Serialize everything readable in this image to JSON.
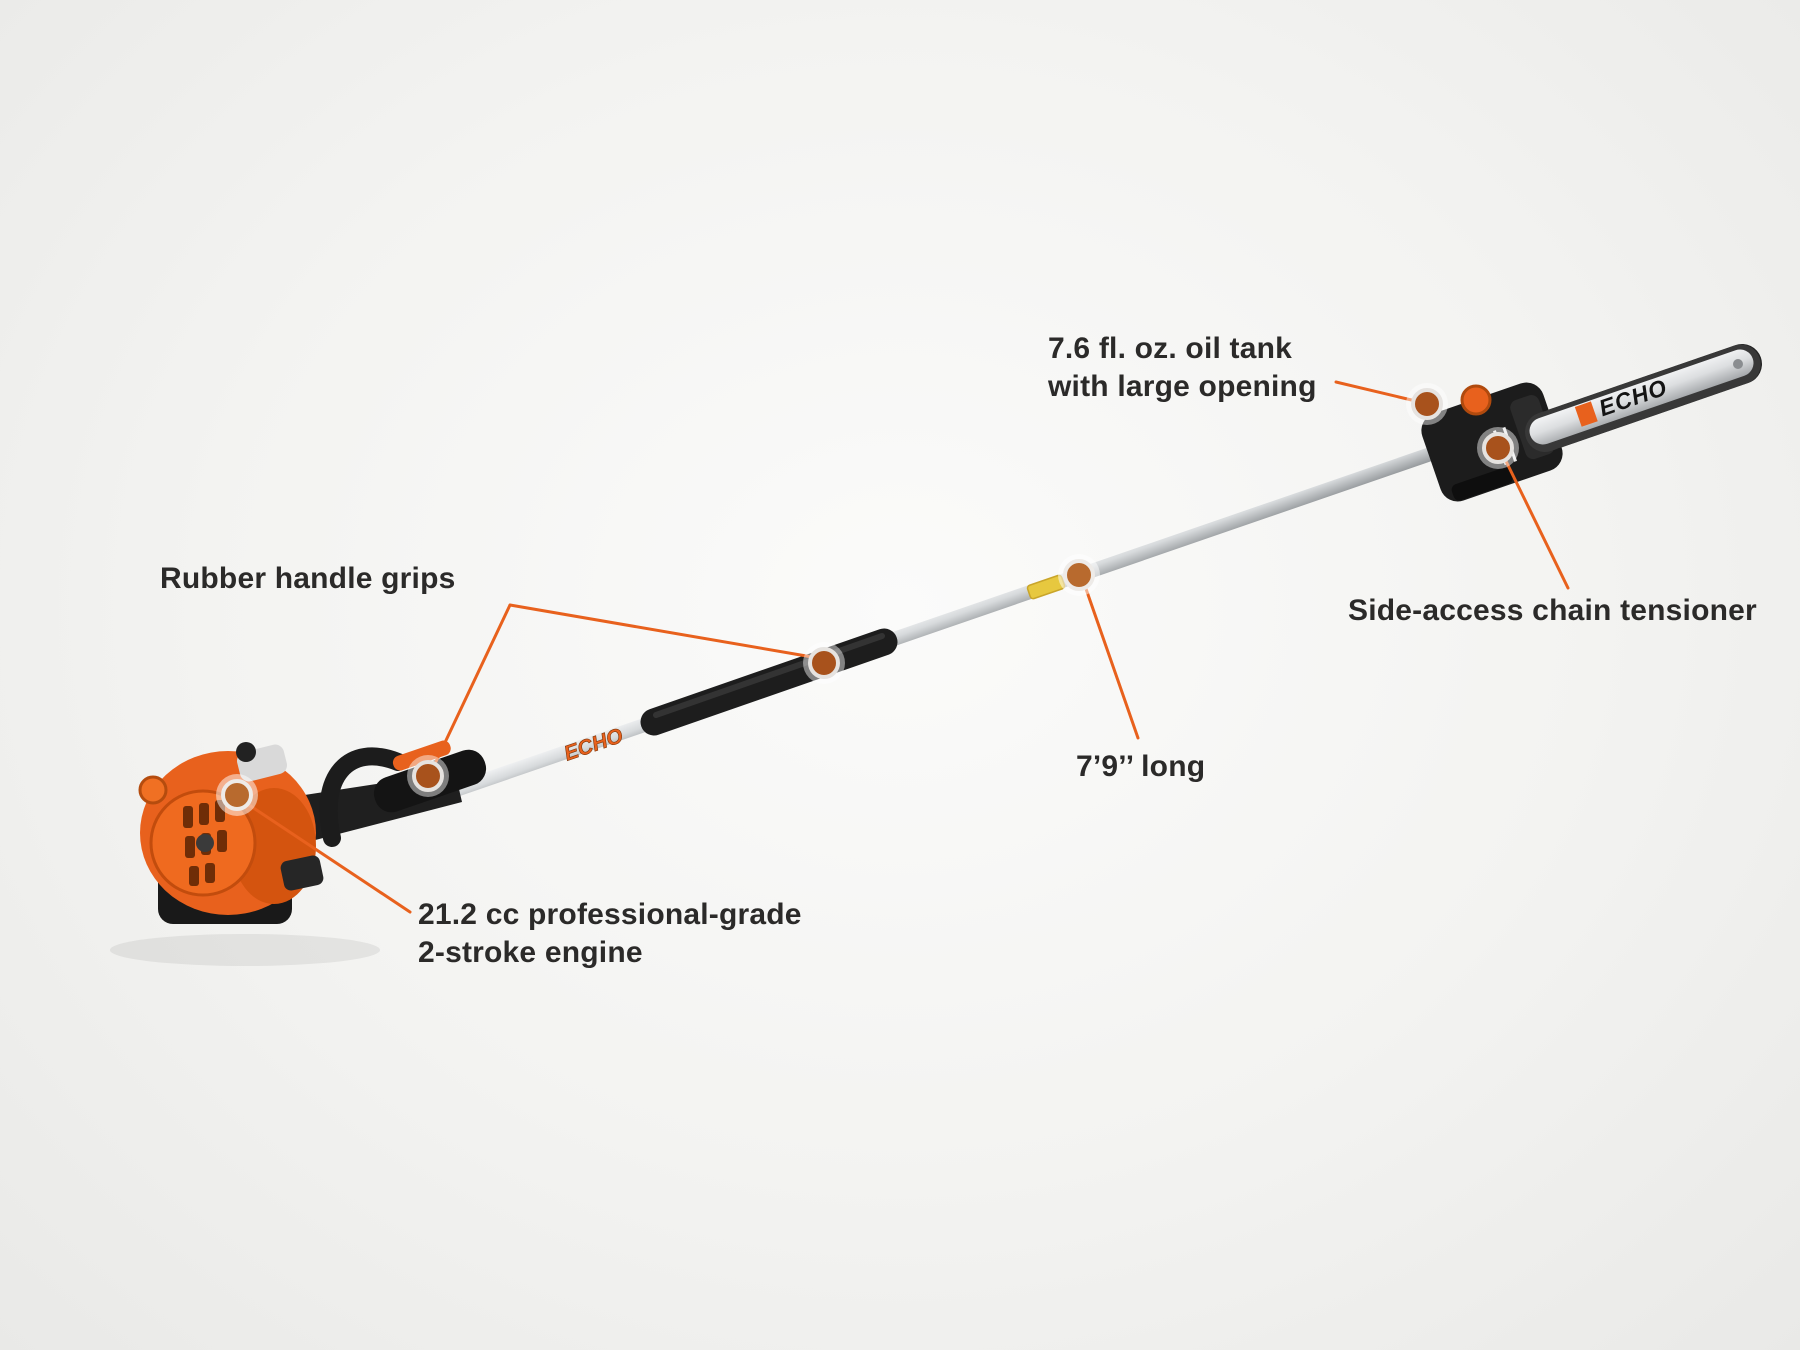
{
  "background": {
    "color": "#f3f3f1"
  },
  "colors": {
    "accent": "#E8611D",
    "text": "#2B2A29",
    "marker_fill": "#A8521C",
    "marker_ring": "#E6E3E0",
    "shaft_silver": "#D7DADC",
    "housing_black": "#1C1C1C"
  },
  "product": {
    "name": "ECHO pole saw",
    "shaft_logo": "ECHO",
    "bar_logo": "ECHO"
  },
  "callouts": {
    "oil_tank": {
      "line1": "7.6 fl. oz. oil tank",
      "line2": "with large opening"
    },
    "chain_tensioner": {
      "label": "Side-access chain tensioner"
    },
    "handle_grips": {
      "label": "Rubber handle grips"
    },
    "length": {
      "label": "7’9’’ long"
    },
    "engine": {
      "line1": "21.2 cc professional-grade",
      "line2": "2-stroke engine"
    }
  }
}
